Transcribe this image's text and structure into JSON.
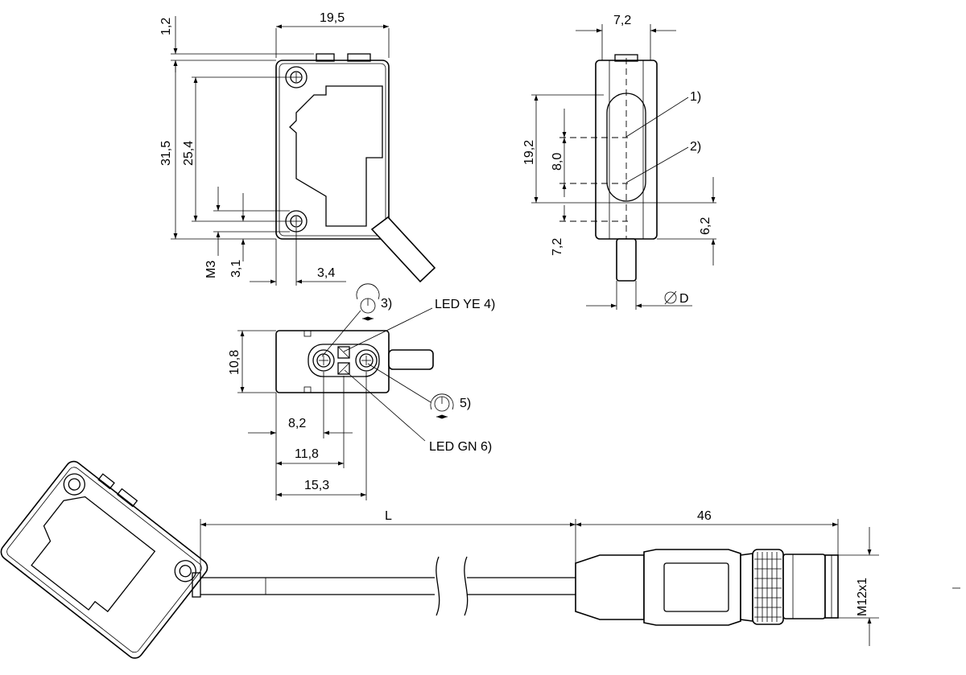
{
  "dimensions": {
    "d_1_2": "1,2",
    "d_19_5": "19,5",
    "d_31_5": "31,5",
    "d_25_4": "25,4",
    "d_m3": "M3",
    "d_3_1": "3,1",
    "d_3_4": "3,4",
    "d_7_2_top": "7,2",
    "d_19_2": "19,2",
    "d_8_0": "8,0",
    "d_7_2_side": "7,2",
    "d_6_2": "6,2",
    "d_diam": "D",
    "d_10_8": "10,8",
    "d_8_2": "8,2",
    "d_11_8": "11,8",
    "d_15_3": "15,3",
    "d_L": "L",
    "d_46": "46",
    "d_m12": "M12x1"
  },
  "callouts": {
    "c1": "1)",
    "c2": "2)",
    "c3": "3)",
    "c4": "LED YE 4)",
    "c5": "5)",
    "c6": "LED GN 6)"
  },
  "symbols": {
    "diameter": "diameter-symbol"
  }
}
